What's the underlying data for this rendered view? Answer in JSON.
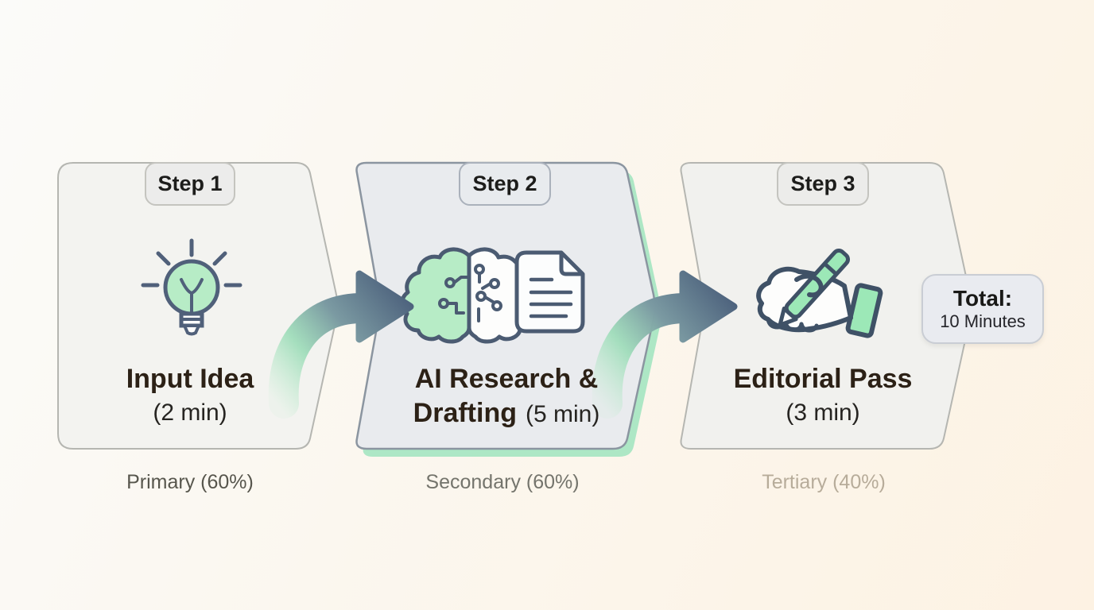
{
  "diagram": {
    "steps": [
      {
        "tab": "Step 1",
        "title": "Input Idea",
        "duration": "(2 min)",
        "caption": "Primary (60%)",
        "icon": "lightbulb-icon"
      },
      {
        "tab": "Step 2",
        "title_line1": "AI Research &",
        "title_line2_bold": "Drafting",
        "title_line2_regular": "(5 min)",
        "caption": "Secondary (60%)",
        "icons": [
          "brain-circuit-icon",
          "document-icon"
        ]
      },
      {
        "tab": "Step 3",
        "title": "Editorial Pass",
        "duration": "(3 min)",
        "caption": "Tertiary (40%)",
        "icon": "hand-writing-icon"
      }
    ],
    "total_badge": {
      "label": "Total:",
      "value": "10 Minutes"
    },
    "colors": {
      "accent_green": "#b7ecc6",
      "pen_green": "#9ce8b7",
      "shadow_green": "#a9e6c3",
      "outline_slate": "#4b5b72",
      "arrow_tail_green": "#9cdcb8",
      "arrow_head_blue": "#4d627d",
      "background_cream": "#fdf2e3",
      "panel_fill": "#eef0f1",
      "title_text": "#2c2116",
      "caption_muted": "#b7ac9a"
    }
  }
}
